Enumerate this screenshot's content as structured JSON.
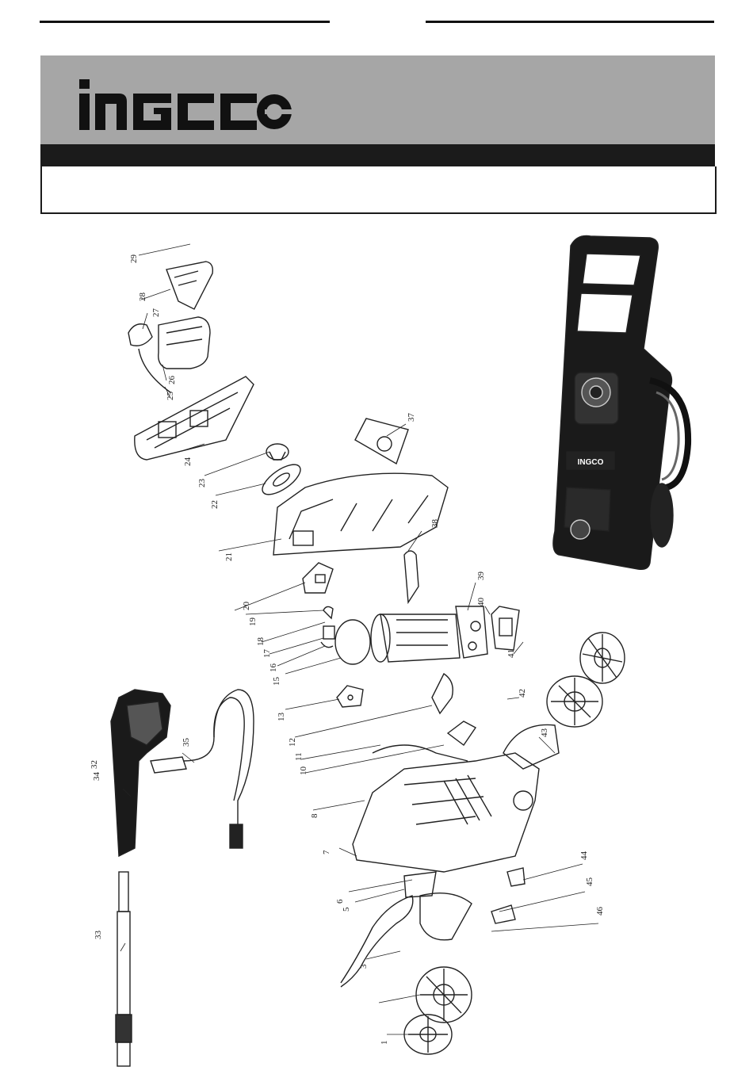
{
  "header": {
    "brand": "INGCO"
  },
  "diagram": {
    "parts": [
      {
        "label": "1"
      },
      {
        "label": "3"
      },
      {
        "label": "5"
      },
      {
        "label": "6"
      },
      {
        "label": "7"
      },
      {
        "label": "8"
      },
      {
        "label": "10"
      },
      {
        "label": "11"
      },
      {
        "label": "12"
      },
      {
        "label": "13"
      },
      {
        "label": "15"
      },
      {
        "label": "16"
      },
      {
        "label": "17"
      },
      {
        "label": "18"
      },
      {
        "label": "19"
      },
      {
        "label": "20"
      },
      {
        "label": "21"
      },
      {
        "label": "22"
      },
      {
        "label": "23"
      },
      {
        "label": "24"
      },
      {
        "label": "25"
      },
      {
        "label": "26"
      },
      {
        "label": "27"
      },
      {
        "label": "28"
      },
      {
        "label": "29"
      },
      {
        "label": "32"
      },
      {
        "label": "33"
      },
      {
        "label": "34"
      },
      {
        "label": "35"
      },
      {
        "label": "37"
      },
      {
        "label": "38"
      },
      {
        "label": "39"
      },
      {
        "label": "40"
      },
      {
        "label": "41"
      },
      {
        "label": "42"
      },
      {
        "label": "43"
      },
      {
        "label": "44"
      },
      {
        "label": "45"
      },
      {
        "label": "46"
      }
    ]
  }
}
